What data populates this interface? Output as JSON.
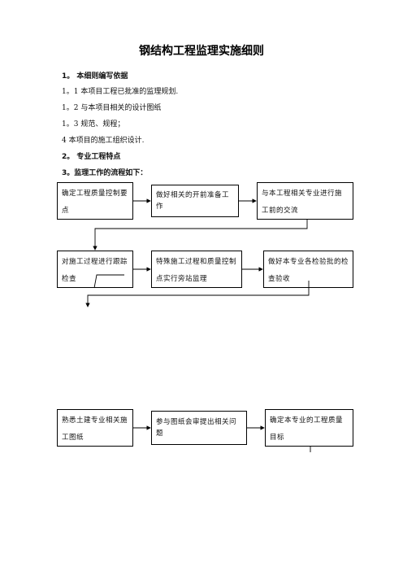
{
  "document": {
    "title": "钢结构工程监理实施细则",
    "lines": [
      "1。  本细则编写依据",
      "1。1 本项目工程已批准的监理规划.",
      "1。2 与本项目相关的设计图纸",
      "1。3 规范、规程；",
      "4 本项目的施工组织设计.",
      "2。  专业工程特点",
      "3。监理工作的流程如下："
    ]
  },
  "flow": {
    "row1": [
      "确定工程质量控制要点",
      "做好相关的开前准备工作",
      "与本工程相关专业进行施工前的交流"
    ],
    "row2": [
      "对施工过程进行跟踪检查",
      "特殊施工过程和质量控制点实行旁站监理",
      "做好本专业各检验批的检查验收"
    ],
    "row3": [
      "熟悉土建专业相关施工图纸",
      "参与图纸会审提出相关问题",
      "确定本专业的工程质量目标"
    ]
  }
}
